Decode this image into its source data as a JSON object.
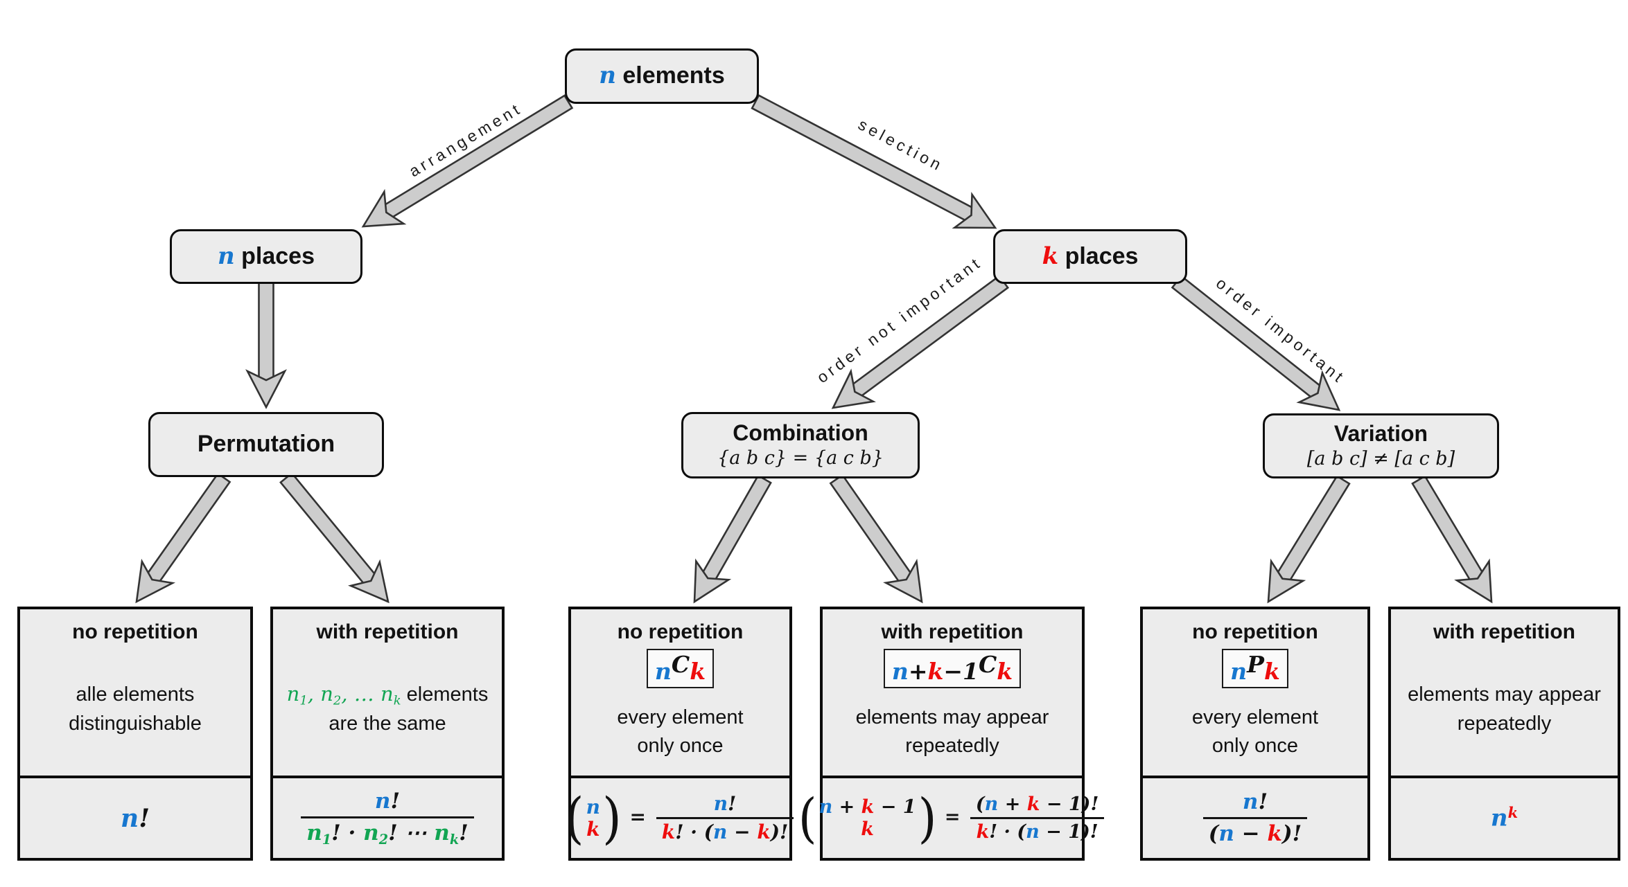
{
  "palette": {
    "blue": "#1777cf",
    "red": "#ee0d0d",
    "green": "#12a553",
    "box_fill": "#ececec",
    "arrow_fill": "#cdcdcd"
  },
  "nodes": {
    "root": {
      "title": [
        {
          "t": "n",
          "c": "b"
        },
        {
          "t": " elements",
          "f": "s"
        }
      ]
    },
    "n_places": {
      "title": [
        {
          "t": "n",
          "c": "b"
        },
        {
          "t": " places",
          "f": "s"
        }
      ]
    },
    "k_places": {
      "title": [
        {
          "t": "k",
          "c": "r"
        },
        {
          "t": " places",
          "f": "s"
        }
      ]
    },
    "permutation": {
      "title": [
        {
          "t": "Permutation",
          "f": "s"
        }
      ]
    },
    "combination": {
      "title": [
        {
          "t": "Combination",
          "f": "s"
        }
      ],
      "subtitle": [
        {
          "t": "{a b c} = {a c b}",
          "b": 0
        }
      ]
    },
    "variation": {
      "title": [
        {
          "t": "Variation",
          "f": "s"
        }
      ],
      "subtitle": [
        {
          "t": "[a b c] ≠ [a c b]",
          "b": 0
        }
      ]
    }
  },
  "edge_labels": {
    "arrangement": "arrangement",
    "selection": "selection",
    "order_not_important": "order not important",
    "order_important": "order important"
  },
  "leaves": [
    {
      "id": "permutation-no-repetition",
      "title": "no repetition",
      "notation": null,
      "description": [
        [
          {
            "t": "alle elements",
            "f": "s"
          }
        ],
        [
          {
            "t": "distinguishable",
            "f": "s"
          }
        ]
      ],
      "formula": [
        {
          "t": "n",
          "c": "b"
        },
        {
          "t": "!"
        }
      ]
    },
    {
      "id": "permutation-with-repetition",
      "title": "with repetition",
      "notation": null,
      "description": [
        [
          {
            "t": "n",
            "c": "g",
            "b": 0
          },
          {
            "t": "1",
            "c": "g",
            "s": "sub",
            "b": 0
          },
          {
            "t": ", ",
            "c": "g",
            "b": 0
          },
          {
            "t": "n",
            "c": "g",
            "b": 0
          },
          {
            "t": "2",
            "c": "g",
            "s": "sub",
            "b": 0
          },
          {
            "t": ", … ",
            "c": "g",
            "b": 0
          },
          {
            "t": "n",
            "c": "g",
            "b": 0
          },
          {
            "t": "k",
            "c": "g",
            "s": "sub",
            "b": 0
          },
          {
            "t": " elements",
            "f": "s"
          }
        ],
        [
          {
            "t": "are the same",
            "f": "s"
          }
        ]
      ],
      "formula": [
        {
          "frac": {
            "num": [
              {
                "t": "n",
                "c": "b"
              },
              {
                "t": "!"
              }
            ],
            "den": [
              {
                "t": "n",
                "c": "g"
              },
              {
                "t": "1",
                "c": "g",
                "s": "sub"
              },
              {
                "t": "!"
              },
              {
                "t": " · "
              },
              {
                "t": "n",
                "c": "g"
              },
              {
                "t": "2",
                "c": "g",
                "s": "sub"
              },
              {
                "t": "!"
              },
              {
                "t": " ⋯ "
              },
              {
                "t": "n",
                "c": "g"
              },
              {
                "t": "k",
                "c": "g",
                "s": "sub"
              },
              {
                "t": "!"
              }
            ]
          }
        }
      ]
    },
    {
      "id": "combination-no-repetition",
      "title": "no repetition",
      "notation": [
        {
          "t": "n",
          "c": "b",
          "s": "sub"
        },
        {
          "t": "C"
        },
        {
          "t": "k",
          "c": "r",
          "s": "sub"
        }
      ],
      "description": [
        [
          {
            "t": "every element",
            "f": "s"
          }
        ],
        [
          {
            "t": "only once",
            "f": "s"
          }
        ]
      ],
      "formula": [
        {
          "binom": {
            "top": [
              {
                "t": "n",
                "c": "b"
              }
            ],
            "bot": [
              {
                "t": "k",
                "c": "r"
              }
            ]
          }
        },
        {
          "t": " = "
        },
        {
          "frac": {
            "num": [
              {
                "t": "n",
                "c": "b"
              },
              {
                "t": "!"
              }
            ],
            "den": [
              {
                "t": "k",
                "c": "r"
              },
              {
                "t": "! · ("
              },
              {
                "t": "n",
                "c": "b"
              },
              {
                "t": " − "
              },
              {
                "t": "k",
                "c": "r"
              },
              {
                "t": ")!"
              }
            ]
          }
        }
      ]
    },
    {
      "id": "combination-with-repetition",
      "title": "with repetition",
      "notation": [
        {
          "t": "n",
          "c": "b",
          "s": "sub"
        },
        {
          "t": "+",
          "s": "sub"
        },
        {
          "t": "k",
          "c": "r",
          "s": "sub"
        },
        {
          "t": "−1",
          "s": "sub"
        },
        {
          "t": "C"
        },
        {
          "t": "k",
          "c": "r",
          "s": "sub"
        }
      ],
      "description": [
        [
          {
            "t": "elements may appear",
            "f": "s"
          }
        ],
        [
          {
            "t": "repeatedly",
            "f": "s"
          }
        ]
      ],
      "formula": [
        {
          "binom": {
            "top": [
              {
                "t": "n",
                "c": "b"
              },
              {
                "t": " + "
              },
              {
                "t": "k",
                "c": "r"
              },
              {
                "t": " − 1"
              }
            ],
            "bot": [
              {
                "t": "k",
                "c": "r"
              }
            ]
          }
        },
        {
          "t": " = "
        },
        {
          "frac": {
            "num": [
              {
                "t": "("
              },
              {
                "t": "n",
                "c": "b"
              },
              {
                "t": " + "
              },
              {
                "t": "k",
                "c": "r"
              },
              {
                "t": " − 1"
              },
              {
                "t": ")!"
              }
            ],
            "den": [
              {
                "t": "k",
                "c": "r"
              },
              {
                "t": "! · ("
              },
              {
                "t": "n",
                "c": "b"
              },
              {
                "t": " − 1)!"
              }
            ]
          }
        }
      ]
    },
    {
      "id": "variation-no-repetition",
      "title": "no repetition",
      "notation": [
        {
          "t": "n",
          "c": "b",
          "s": "sub"
        },
        {
          "t": "P"
        },
        {
          "t": "k",
          "c": "r",
          "s": "sub"
        }
      ],
      "description": [
        [
          {
            "t": "every element",
            "f": "s"
          }
        ],
        [
          {
            "t": "only once",
            "f": "s"
          }
        ]
      ],
      "formula": [
        {
          "frac": {
            "num": [
              {
                "t": "n",
                "c": "b"
              },
              {
                "t": "!"
              }
            ],
            "den": [
              {
                "t": "("
              },
              {
                "t": "n",
                "c": "b"
              },
              {
                "t": " − "
              },
              {
                "t": "k",
                "c": "r"
              },
              {
                "t": ")!"
              }
            ]
          }
        }
      ]
    },
    {
      "id": "variation-with-repetition",
      "title": "with repetition",
      "notation": null,
      "description": [
        [
          {
            "t": "elements may appear",
            "f": "s"
          }
        ],
        [
          {
            "t": "repeatedly",
            "f": "s"
          }
        ]
      ],
      "formula": [
        {
          "t": "n",
          "c": "b"
        },
        {
          "t": "k",
          "c": "r",
          "s": "sup"
        }
      ]
    }
  ]
}
